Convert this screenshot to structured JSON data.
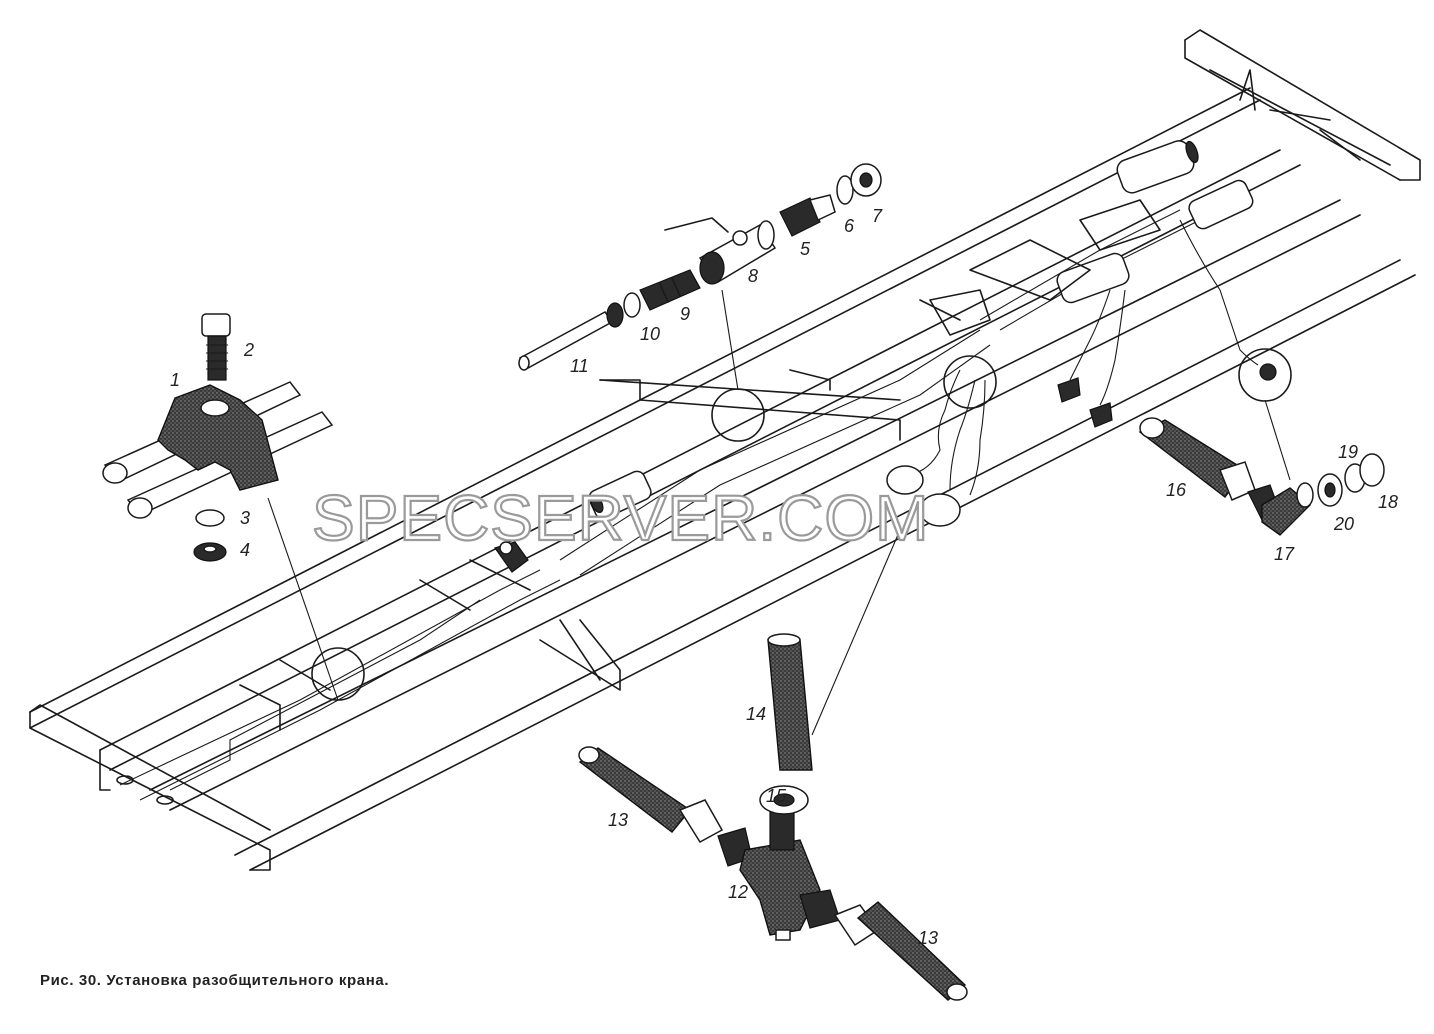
{
  "caption": "Рис. 30. Установка разобщительного крана.",
  "watermark": "SPECSERVER.COM",
  "part_labels": [
    "1",
    "2",
    "3",
    "4",
    "5",
    "6",
    "7",
    "8",
    "9",
    "10",
    "11",
    "12",
    "13",
    "13",
    "14",
    "15",
    "16",
    "17",
    "18",
    "19",
    "20"
  ]
}
